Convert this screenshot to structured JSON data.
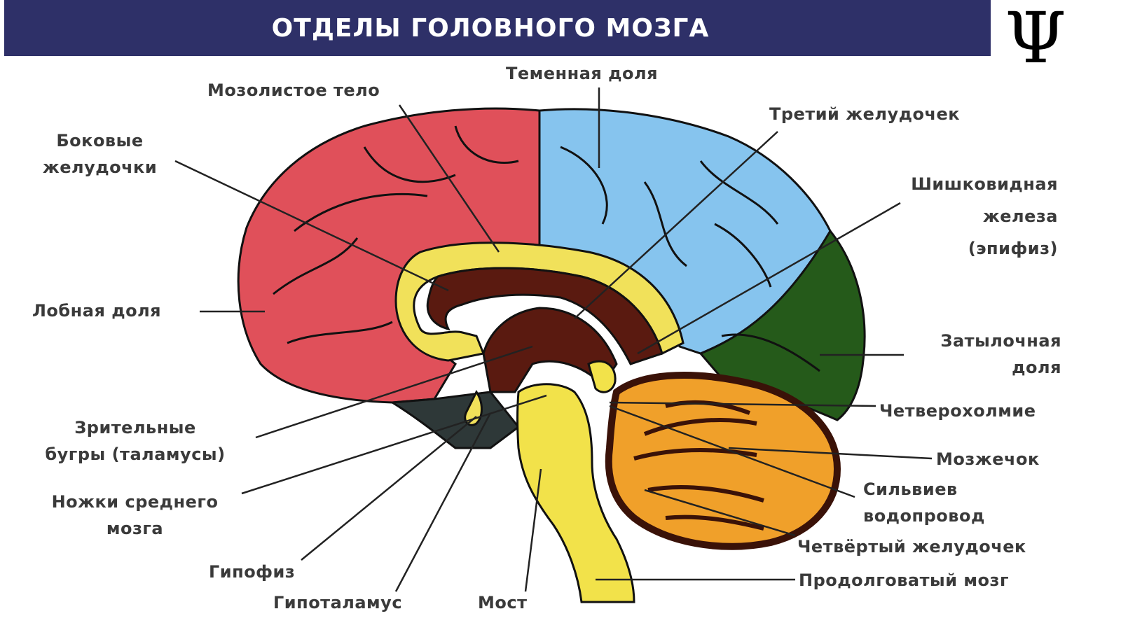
{
  "title": "ОТДЕЛЫ ГОЛОВНОГО МОЗГА",
  "logo_glyph": "Ψ",
  "colors": {
    "title_bar": "#2e3068",
    "frontal": "#e0505a",
    "parietal": "#86c4ee",
    "occipital": "#255a1a",
    "corpus": "#f1e15a",
    "ventricle": "#5a1a10",
    "cerebellum": "#f0a02a",
    "stem": "#f2e24a",
    "base": "#2e3838"
  },
  "labels": {
    "corpus_callosum": "Мозолистое тело",
    "parietal_lobe": "Теменная доля",
    "third_ventricle": "Третий желудочек",
    "lateral_ventricles": "Боковые\nжелудочки",
    "pineal_gland": "Шишковидная\nжелеза\n(эпифиз)",
    "frontal_lobe": "Лобная доля",
    "occipital_lobe": "Затылочная\nдоля",
    "thalamus": "Зрительные\nбугры (таламусы)",
    "quadrigemina": "Четверохолмие",
    "cerebellum": "Мозжечок",
    "midbrain_peduncles": "Ножки среднего\nмозга",
    "sylvian_aqueduct": "Сильвиев\nводопровод",
    "fourth_ventricle": "Четвёртый желудочек",
    "pituitary": "Гипофиз",
    "medulla": "Продолговатый мозг",
    "hypothalamus": "Гипоталамус",
    "pons": "Мост"
  }
}
